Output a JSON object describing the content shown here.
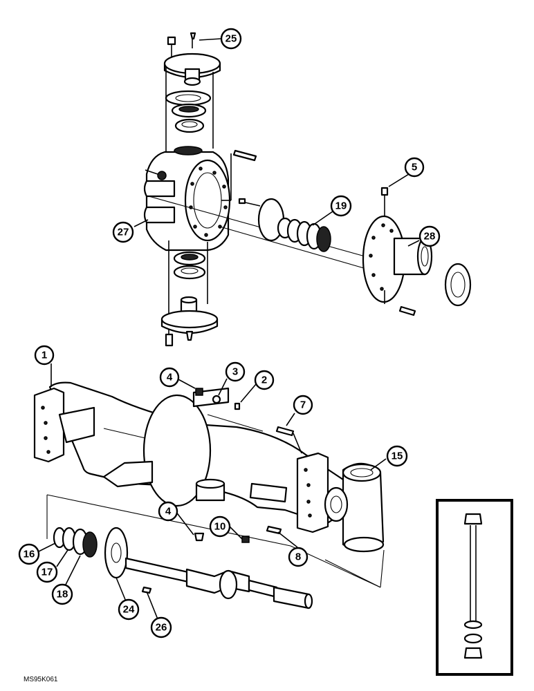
{
  "diagram": {
    "reference_code": "MS95K061",
    "callouts": [
      {
        "id": "callout-25",
        "label": "25"
      },
      {
        "id": "callout-5",
        "label": "5"
      },
      {
        "id": "callout-19",
        "label": "19"
      },
      {
        "id": "callout-28",
        "label": "28"
      },
      {
        "id": "callout-27",
        "label": "27"
      },
      {
        "id": "callout-1",
        "label": "1"
      },
      {
        "id": "callout-4a",
        "label": "4"
      },
      {
        "id": "callout-3",
        "label": "3"
      },
      {
        "id": "callout-2",
        "label": "2"
      },
      {
        "id": "callout-7",
        "label": "7"
      },
      {
        "id": "callout-15",
        "label": "15"
      },
      {
        "id": "callout-4b",
        "label": "4"
      },
      {
        "id": "callout-10",
        "label": "10"
      },
      {
        "id": "callout-8",
        "label": "8"
      },
      {
        "id": "callout-16",
        "label": "16"
      },
      {
        "id": "callout-17",
        "label": "17"
      },
      {
        "id": "callout-18",
        "label": "18"
      },
      {
        "id": "callout-24",
        "label": "24"
      },
      {
        "id": "callout-26",
        "label": "26"
      }
    ]
  }
}
